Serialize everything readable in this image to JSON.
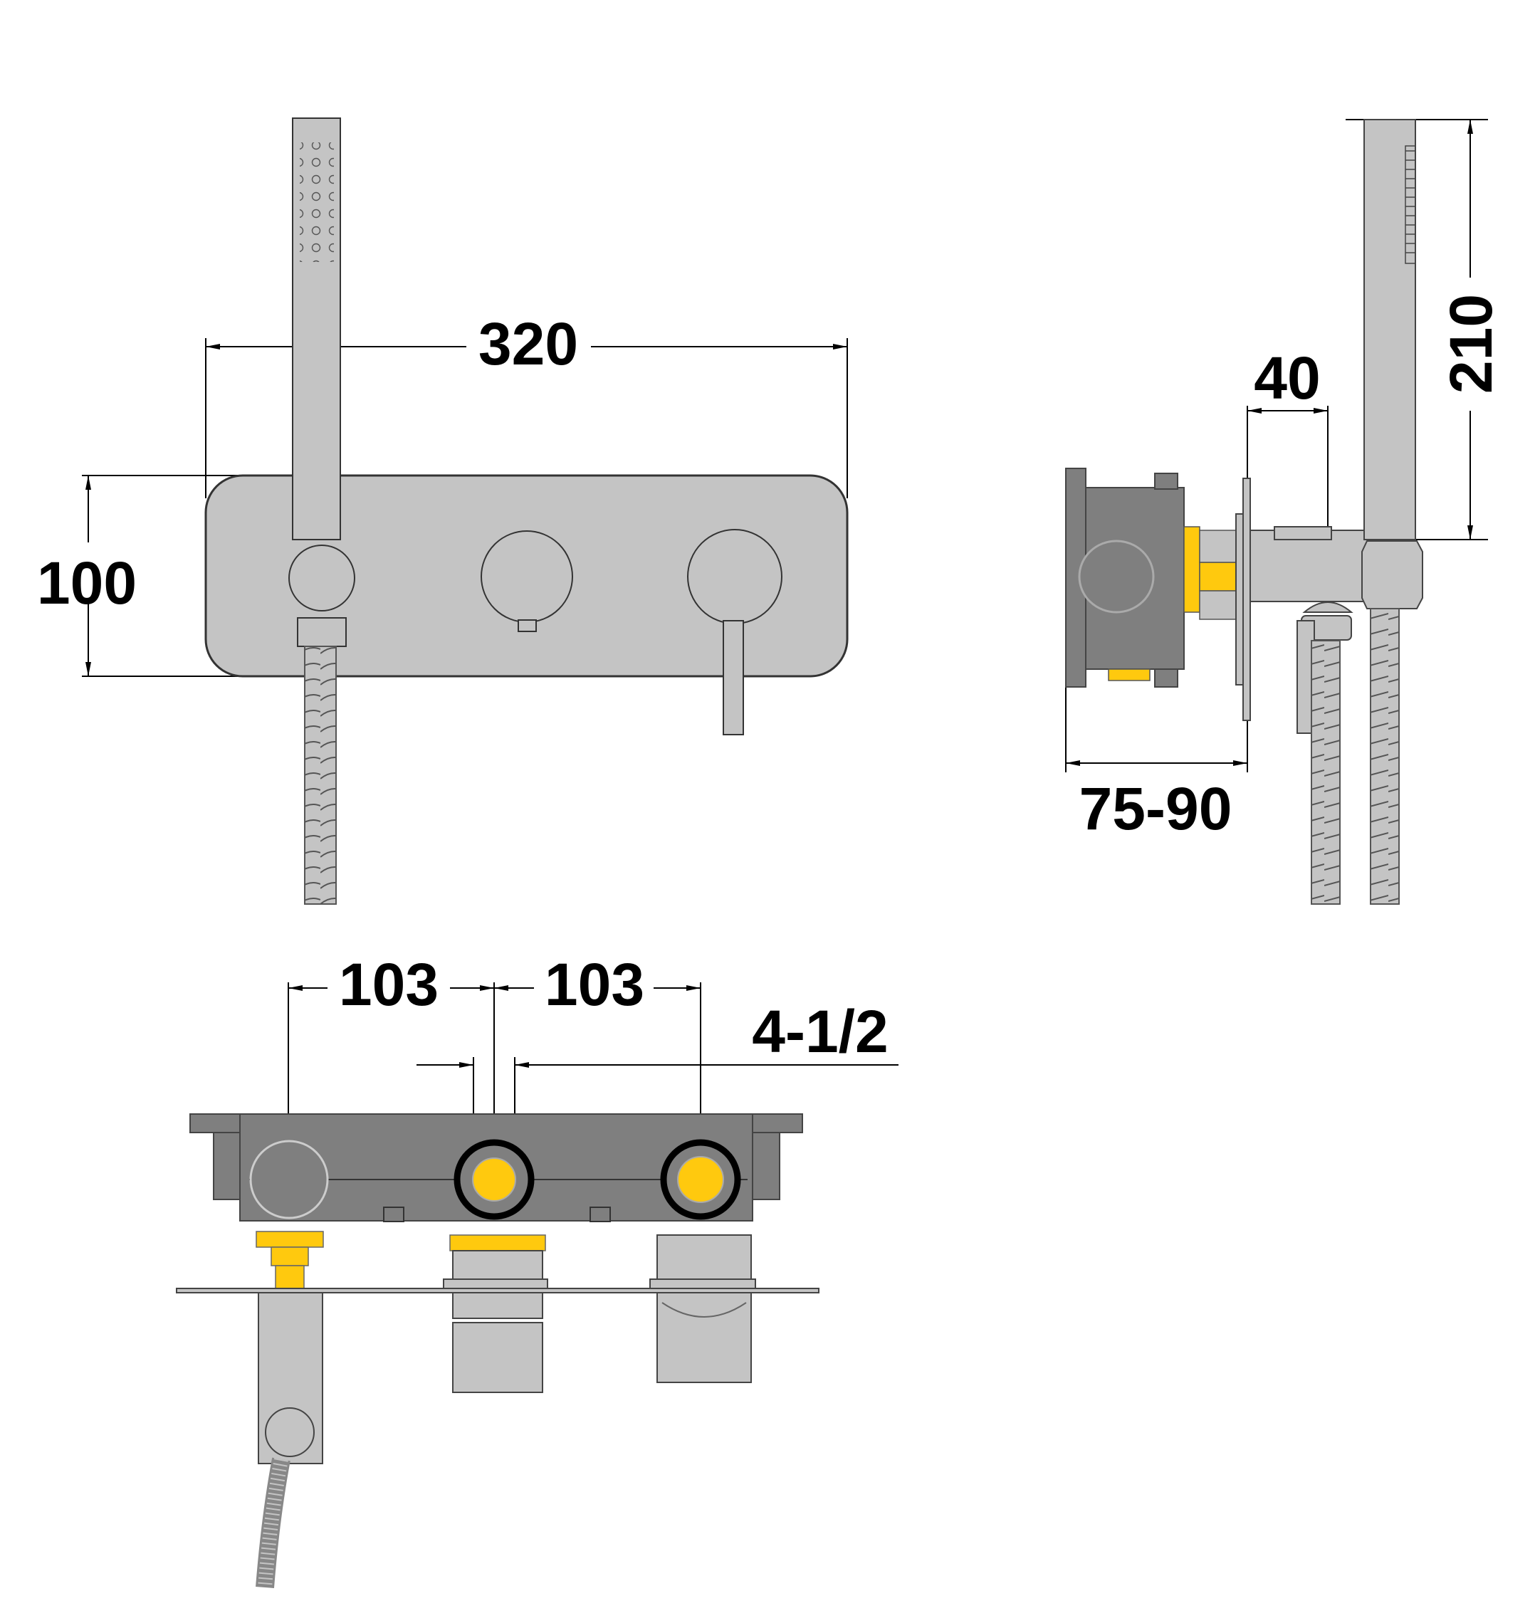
{
  "drawing": {
    "title": "Concealed shower mixer with hand shower - technical dimension drawing",
    "colors": {
      "background": "#ffffff",
      "chrome": "#c4c4c4",
      "body_dark": "#7f7f7f",
      "brass": "#ffc90e",
      "line": "#000000",
      "outline": "#5a5a5a"
    },
    "units": "mm"
  },
  "front_view": {
    "width_dimension": "320",
    "height_dimension": "100"
  },
  "side_view": {
    "depth_dimension": "75-90",
    "projection_dimension": "40",
    "handset_length_dimension": "210"
  },
  "bottom_view": {
    "spacing_left": "103",
    "spacing_right": "103",
    "thread_size": "4-1/2"
  }
}
